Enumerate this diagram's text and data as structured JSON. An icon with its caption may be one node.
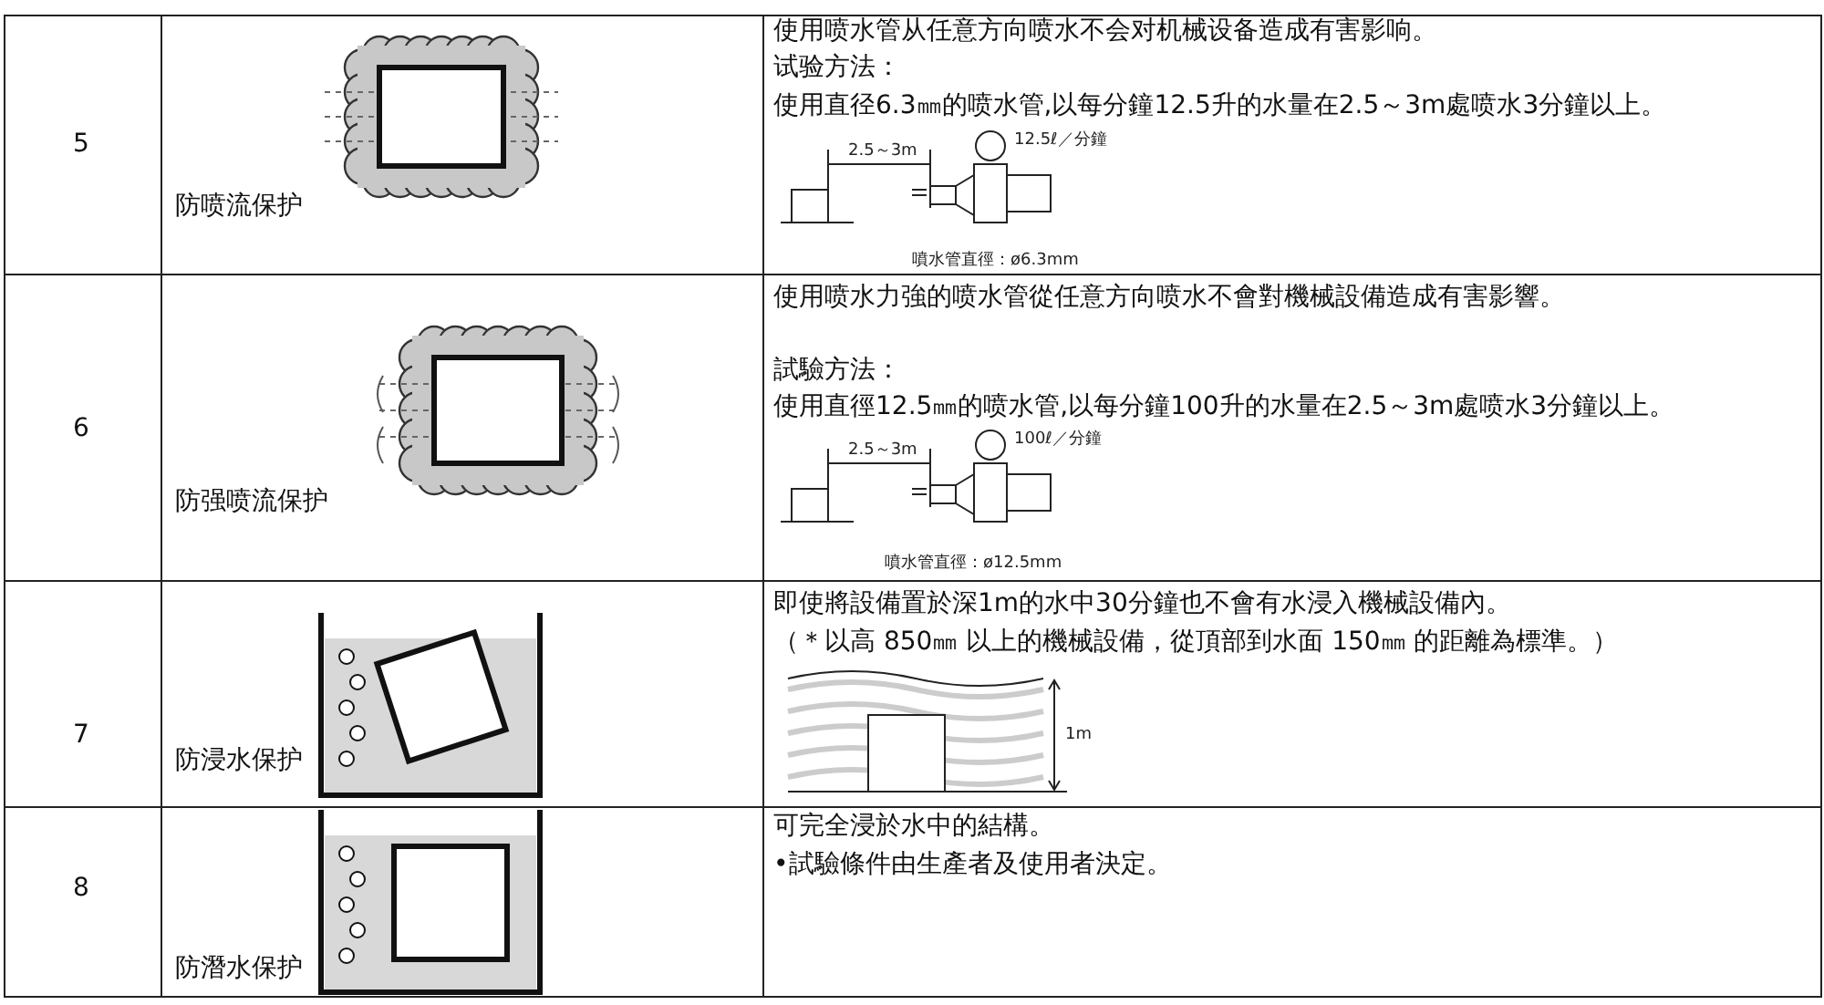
{
  "diagram": {
    "labels": [
      "5",
      "防喷流保护",
      "使用喷水管从任意方向喷水不会对机械设备造成有害影响。",
      "试验方法：",
      "使用直径6.3㎜的喷水管,以每分鐘12.5升的水量在2.5～3m處喷水3分鐘以上。",
      "12.5ℓ／分鐘",
      "2.5～3m",
      "噴水管直徑：ø6.3mm",
      "6",
      "防强喷流保护",
      "使用喷水力強的喷水管從任意方向喷水不會對機械設備造成有害影響。",
      "試驗方法：",
      "使用直徑12.5㎜的喷水管,以每分鐘100升的水量在2.5～3m處喷水3分鐘以上。",
      "100ℓ／分鐘",
      "2.5～3m",
      "噴水管直徑：ø12.5mm",
      "7",
      "防浸水保护",
      "即使將設備置於深1m的水中30分鐘也不會有水浸入機械設備內。",
      "（＊以高 850㎜ 以上的機械設備，從頂部到水面 150㎜ 的距離為標準。）",
      "1m",
      "8",
      "防潛水保护",
      "可完全浸於水中的結構。",
      "•試驗條件由生產者及使用者決定。"
    ]
  }
}
